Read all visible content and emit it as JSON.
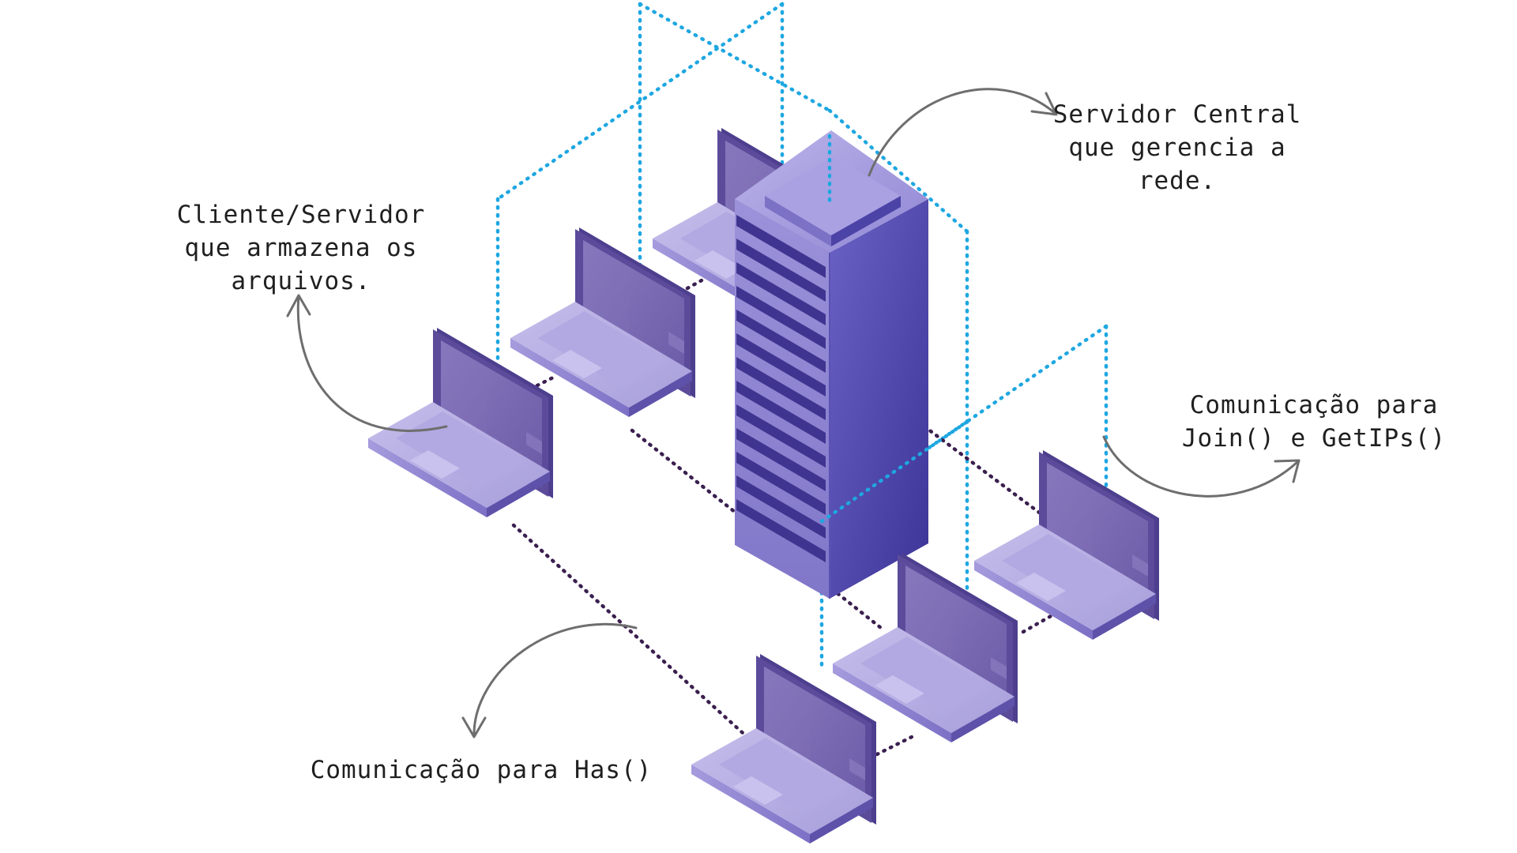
{
  "colors": {
    "blue_network": "#1ea7e1",
    "dark_links": "#3a1f4f",
    "laptop_light": "#b9b0e4",
    "laptop_mid": "#9d92d6",
    "laptop_dark": "#6d60b8",
    "screen_back": "#4d3f8e",
    "screen_face": "#7b6ab1",
    "server_top": "#a79ee0",
    "server_left": "#8d85cf",
    "server_right": "#4c46aa",
    "arrow": "#6e6e6e",
    "text": "#1f1f1f"
  },
  "labels": {
    "server": {
      "line1": "Servidor Central",
      "line2": "que gerencia a",
      "line3": "rede."
    },
    "client": {
      "line1": "Cliente/Servidor",
      "line2": "que armazena os",
      "line3": "arquivos."
    },
    "join": {
      "line1": "Comunicação para",
      "line2": "Join() e GetIPs()"
    },
    "has": {
      "line1": "Comunicação para Has()"
    }
  },
  "icons": {
    "server": "server-tower-icon",
    "laptop": "laptop-icon",
    "arrow": "curved-arrow-icon"
  }
}
